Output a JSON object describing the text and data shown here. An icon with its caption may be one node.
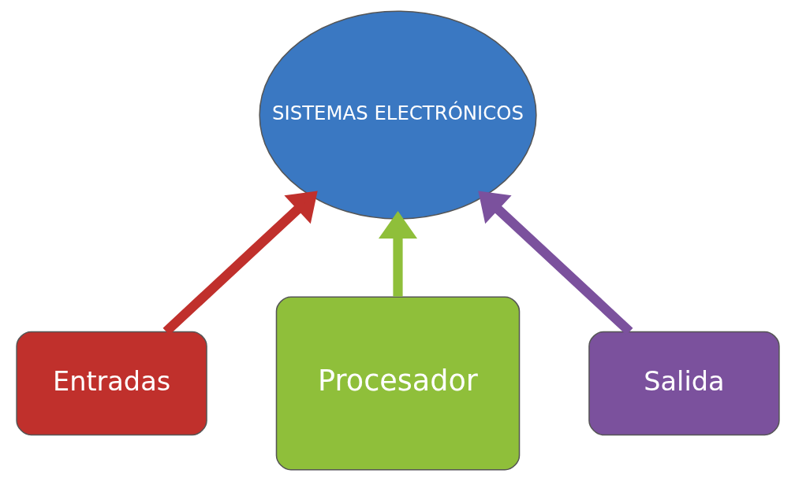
{
  "diagram": {
    "nodes": [
      {
        "text": [
          "SISTEMAS ELECTRÓNICOS"
        ]
      },
      {
        "text": [
          "Entradas"
        ]
      },
      {
        "text": [
          "Procesador"
        ]
      },
      {
        "text": [
          "Salida"
        ]
      }
    ],
    "edges": [
      {
        "from": 1,
        "to": 0,
        "arrow": "to",
        "color": "#c0302c"
      },
      {
        "from": 2,
        "to": 0,
        "arrow": "to",
        "color": "#8fbf3a"
      },
      {
        "from": 3,
        "to": 0,
        "arrow": "to",
        "color": "#7b519d"
      }
    ]
  }
}
